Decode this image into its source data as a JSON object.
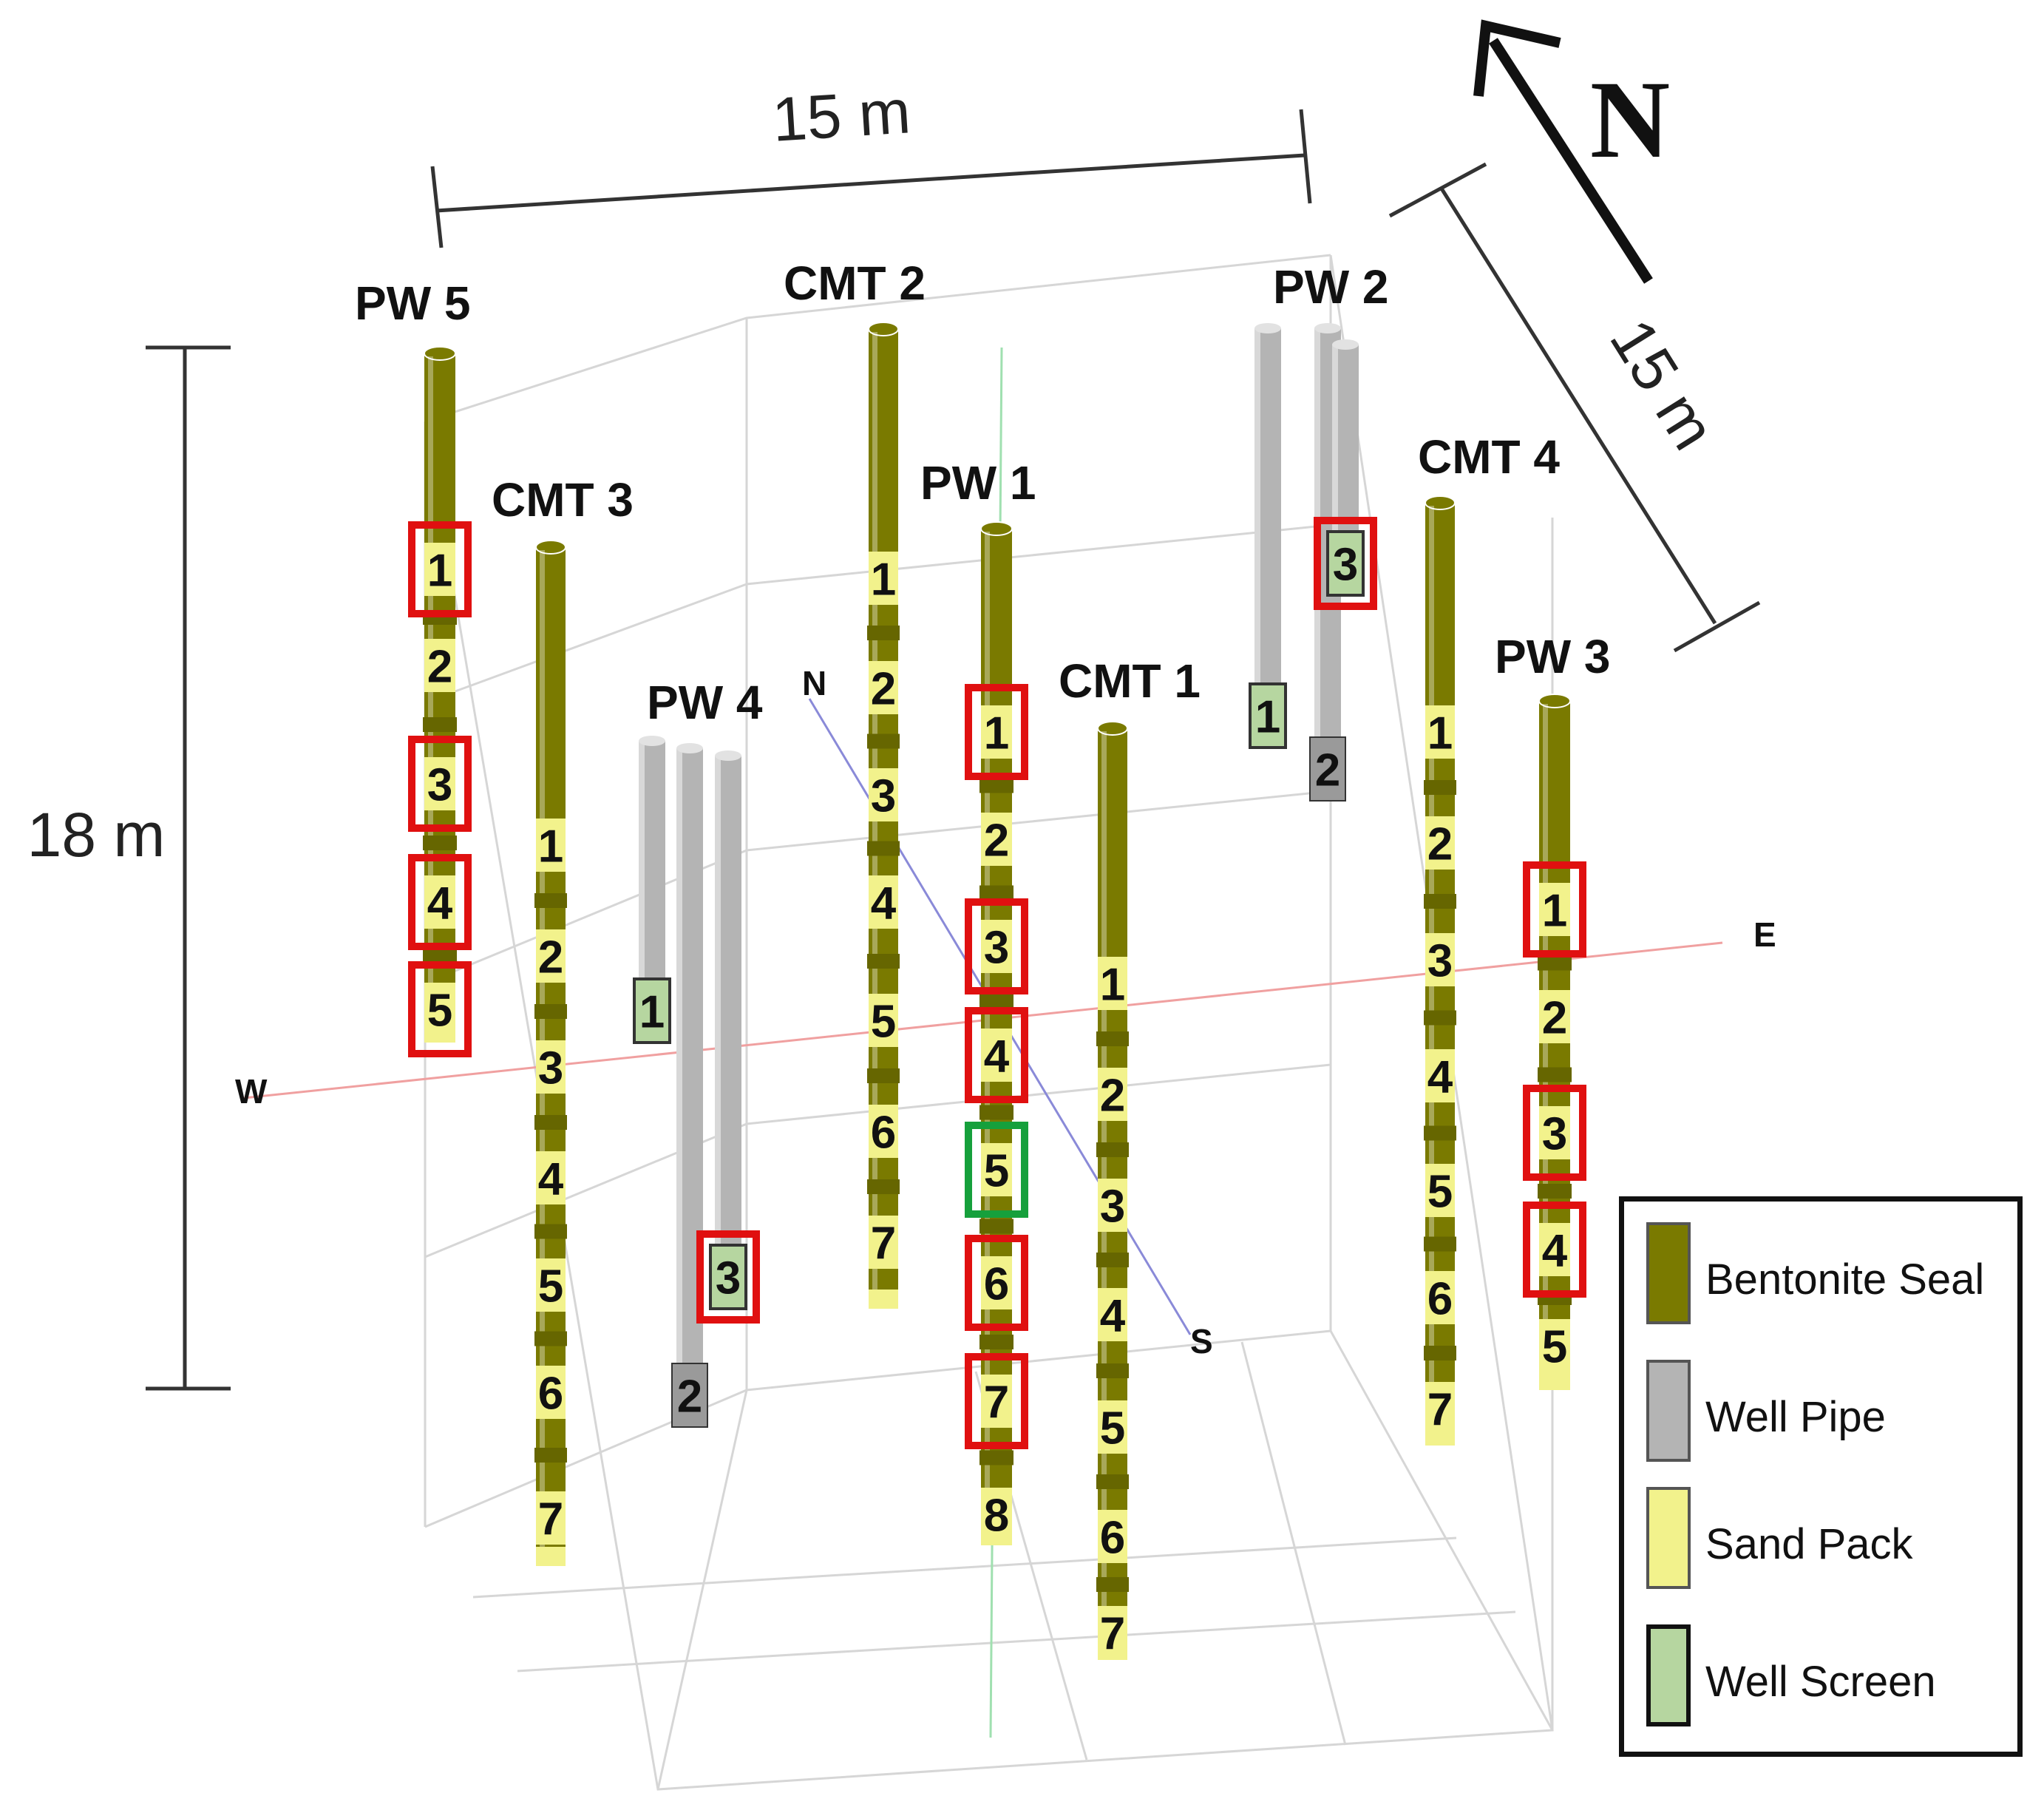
{
  "dimensions": {
    "width_label": "15 m",
    "depth_label": "15 m",
    "height_label": "18 m"
  },
  "north_label": "N",
  "axis_labels": {
    "n": "N",
    "s": "S",
    "e": "E",
    "w": "W"
  },
  "colors": {
    "bentonite_seal": "#7a7a00",
    "well_pipe": "#b4b4b4",
    "sand_pack": "#f2f28c",
    "well_screen": "#b6d6a0",
    "highlight_red": "#e01010",
    "highlight_green": "#16a03c"
  },
  "legend": {
    "items": [
      {
        "key": "bentonite",
        "label": "Bentonite Seal"
      },
      {
        "key": "pipe",
        "label": "Well Pipe"
      },
      {
        "key": "sand",
        "label": "Sand Pack"
      },
      {
        "key": "screen",
        "label": "Well Screen"
      }
    ]
  },
  "wells": [
    {
      "id": "pw5",
      "label": "PW 5",
      "type": "pw",
      "ports": [
        {
          "num": "1",
          "highlight": "red"
        },
        {
          "num": "2",
          "highlight": "none"
        },
        {
          "num": "3",
          "highlight": "red"
        },
        {
          "num": "4",
          "highlight": "red"
        },
        {
          "num": "5",
          "highlight": "red"
        }
      ]
    },
    {
      "id": "cmt3",
      "label": "CMT 3",
      "type": "cmt",
      "ports": [
        "1",
        "2",
        "3",
        "4",
        "5",
        "6",
        "7"
      ]
    },
    {
      "id": "pw4",
      "label": "PW 4",
      "type": "pipes",
      "ports": [
        {
          "num": "1",
          "highlight": "none"
        },
        {
          "num": "2",
          "highlight": "none"
        },
        {
          "num": "3",
          "highlight": "red"
        }
      ]
    },
    {
      "id": "cmt2",
      "label": "CMT 2",
      "type": "cmt",
      "ports": [
        "1",
        "2",
        "3",
        "4",
        "5",
        "6",
        "7"
      ]
    },
    {
      "id": "pw1",
      "label": "PW 1",
      "type": "pw",
      "ports": [
        {
          "num": "1",
          "highlight": "red"
        },
        {
          "num": "2",
          "highlight": "none"
        },
        {
          "num": "3",
          "highlight": "red"
        },
        {
          "num": "4",
          "highlight": "red"
        },
        {
          "num": "5",
          "highlight": "green"
        },
        {
          "num": "6",
          "highlight": "red"
        },
        {
          "num": "7",
          "highlight": "red"
        },
        {
          "num": "8",
          "highlight": "none"
        }
      ]
    },
    {
      "id": "cmt1",
      "label": "CMT 1",
      "type": "cmt",
      "ports": [
        "1",
        "2",
        "3",
        "4",
        "5",
        "6",
        "7"
      ]
    },
    {
      "id": "pw2",
      "label": "PW 2",
      "type": "pipes",
      "ports": [
        {
          "num": "1",
          "highlight": "none"
        },
        {
          "num": "2",
          "highlight": "none"
        },
        {
          "num": "3",
          "highlight": "red"
        }
      ]
    },
    {
      "id": "cmt4",
      "label": "CMT 4",
      "type": "cmt",
      "ports": [
        "1",
        "2",
        "3",
        "4",
        "5",
        "6",
        "7"
      ]
    },
    {
      "id": "pw3",
      "label": "PW 3",
      "type": "pw",
      "ports": [
        {
          "num": "1",
          "highlight": "red"
        },
        {
          "num": "2",
          "highlight": "none"
        },
        {
          "num": "3",
          "highlight": "red"
        },
        {
          "num": "4",
          "highlight": "red"
        },
        {
          "num": "5",
          "highlight": "none"
        }
      ]
    }
  ]
}
